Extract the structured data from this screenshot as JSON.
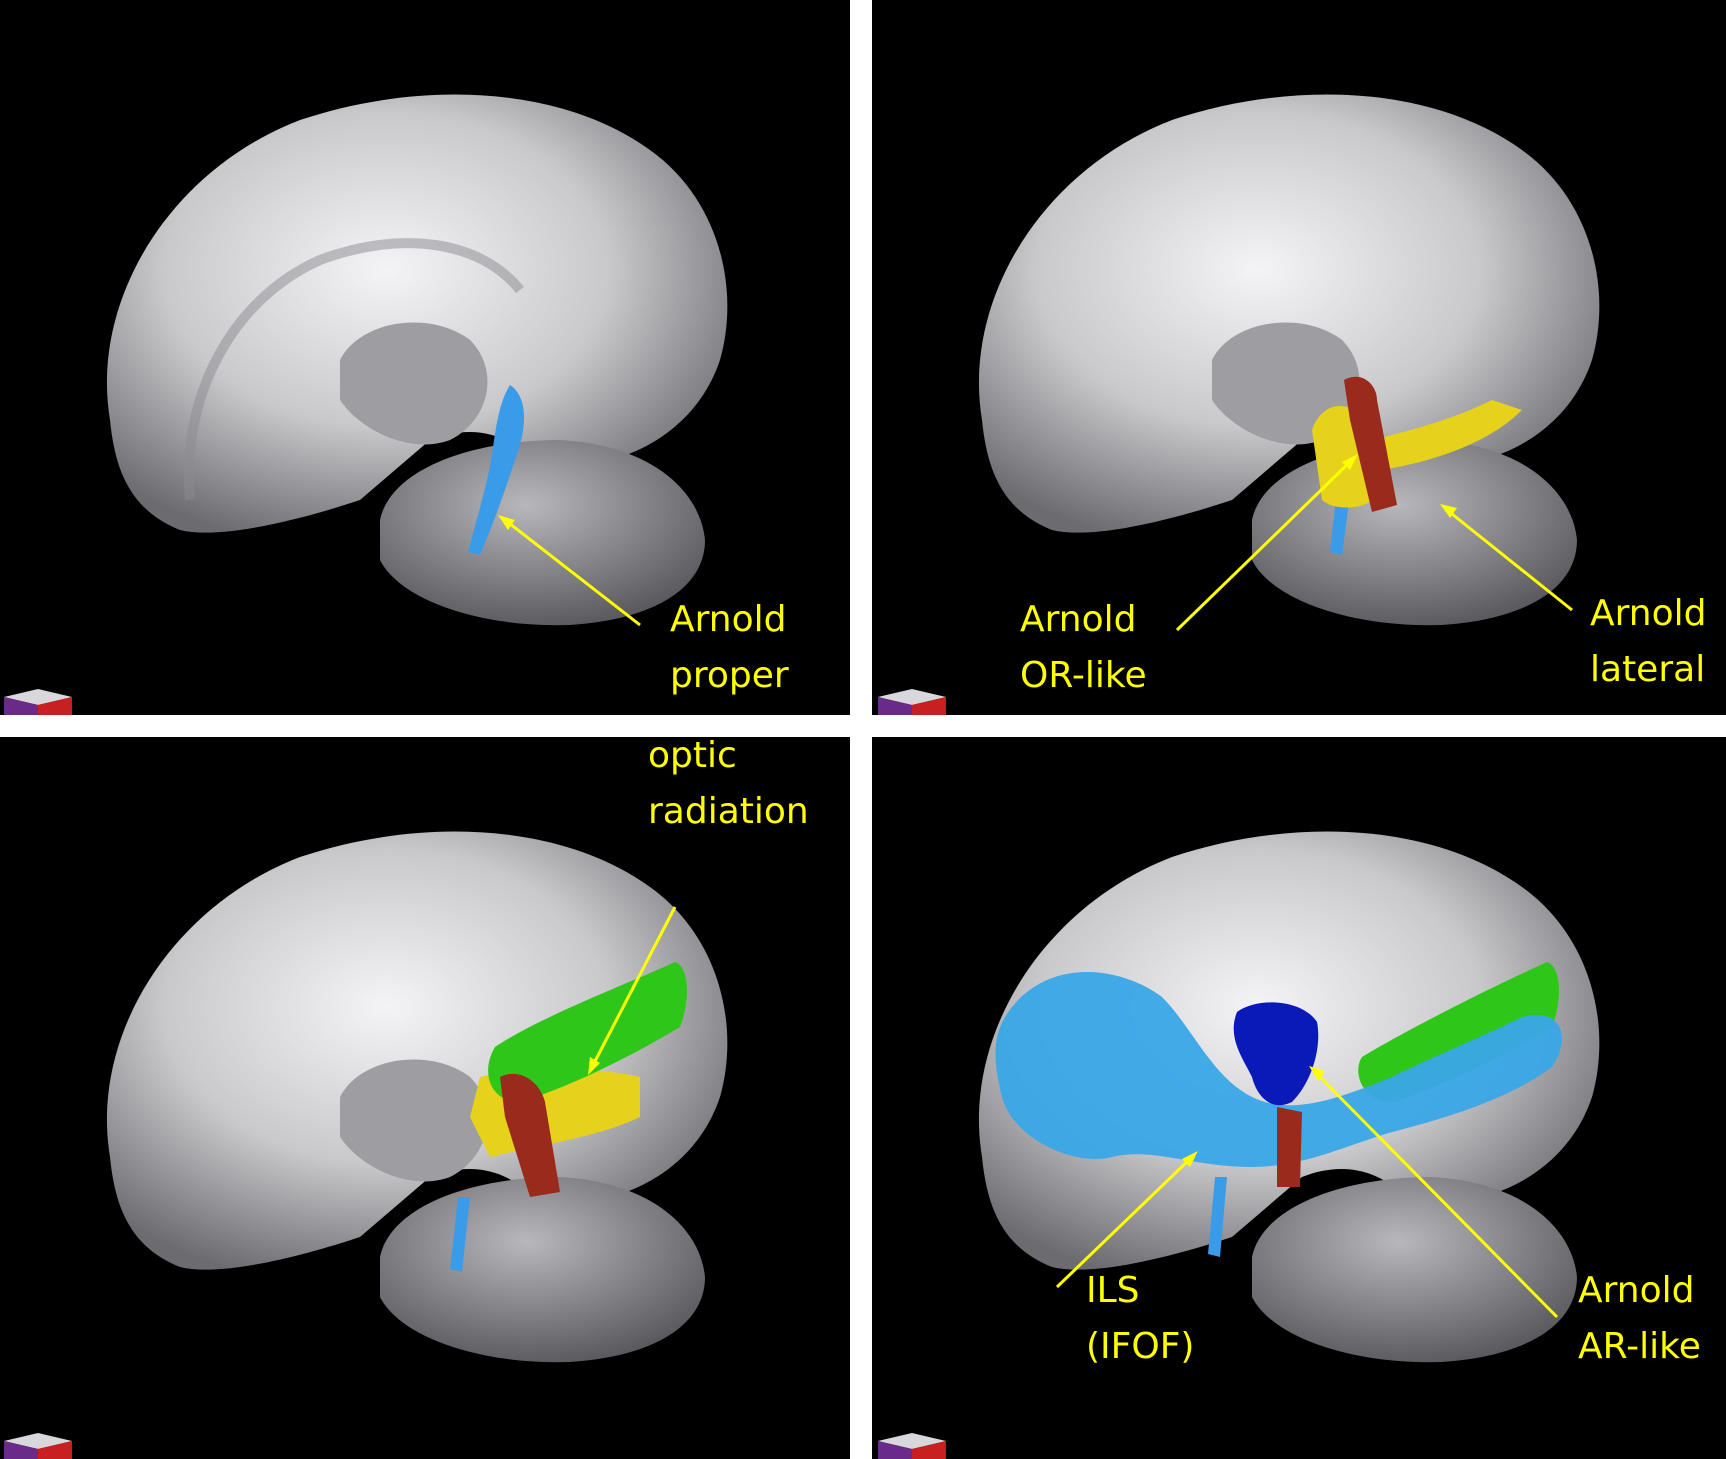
{
  "panels": [
    {
      "id": "arnold-proper",
      "labels": [
        {
          "lines": [
            "Arnold",
            "proper"
          ]
        }
      ]
    },
    {
      "id": "arnold-or-lateral",
      "labels": [
        {
          "lines": [
            "Arnold",
            "OR-like"
          ]
        },
        {
          "lines": [
            "Arnold",
            "lateral"
          ]
        }
      ]
    },
    {
      "id": "optic-radiation",
      "labels": [
        {
          "lines": [
            "optic",
            "radiation"
          ]
        }
      ]
    },
    {
      "id": "ils-ar-like",
      "labels": [
        {
          "lines": [
            "ILS",
            "(IFOF)"
          ]
        },
        {
          "lines": [
            "Arnold",
            "AR-like"
          ]
        }
      ]
    }
  ],
  "colors": {
    "background": "#000000",
    "label_text": "#ffff00",
    "arrow": "#ffff00",
    "arnold_proper_tract": "#3a9be8",
    "arnold_or_like_tract": "#e6d21a",
    "arnold_lateral_tract": "#9a2a1c",
    "optic_radiation_tract": "#2fc61a",
    "ils_tract": "#3aa6e8",
    "arnold_ar_like_tract": "#0a1ab8"
  },
  "icons": {
    "orientation_cube": "orientation-cube-icon"
  }
}
